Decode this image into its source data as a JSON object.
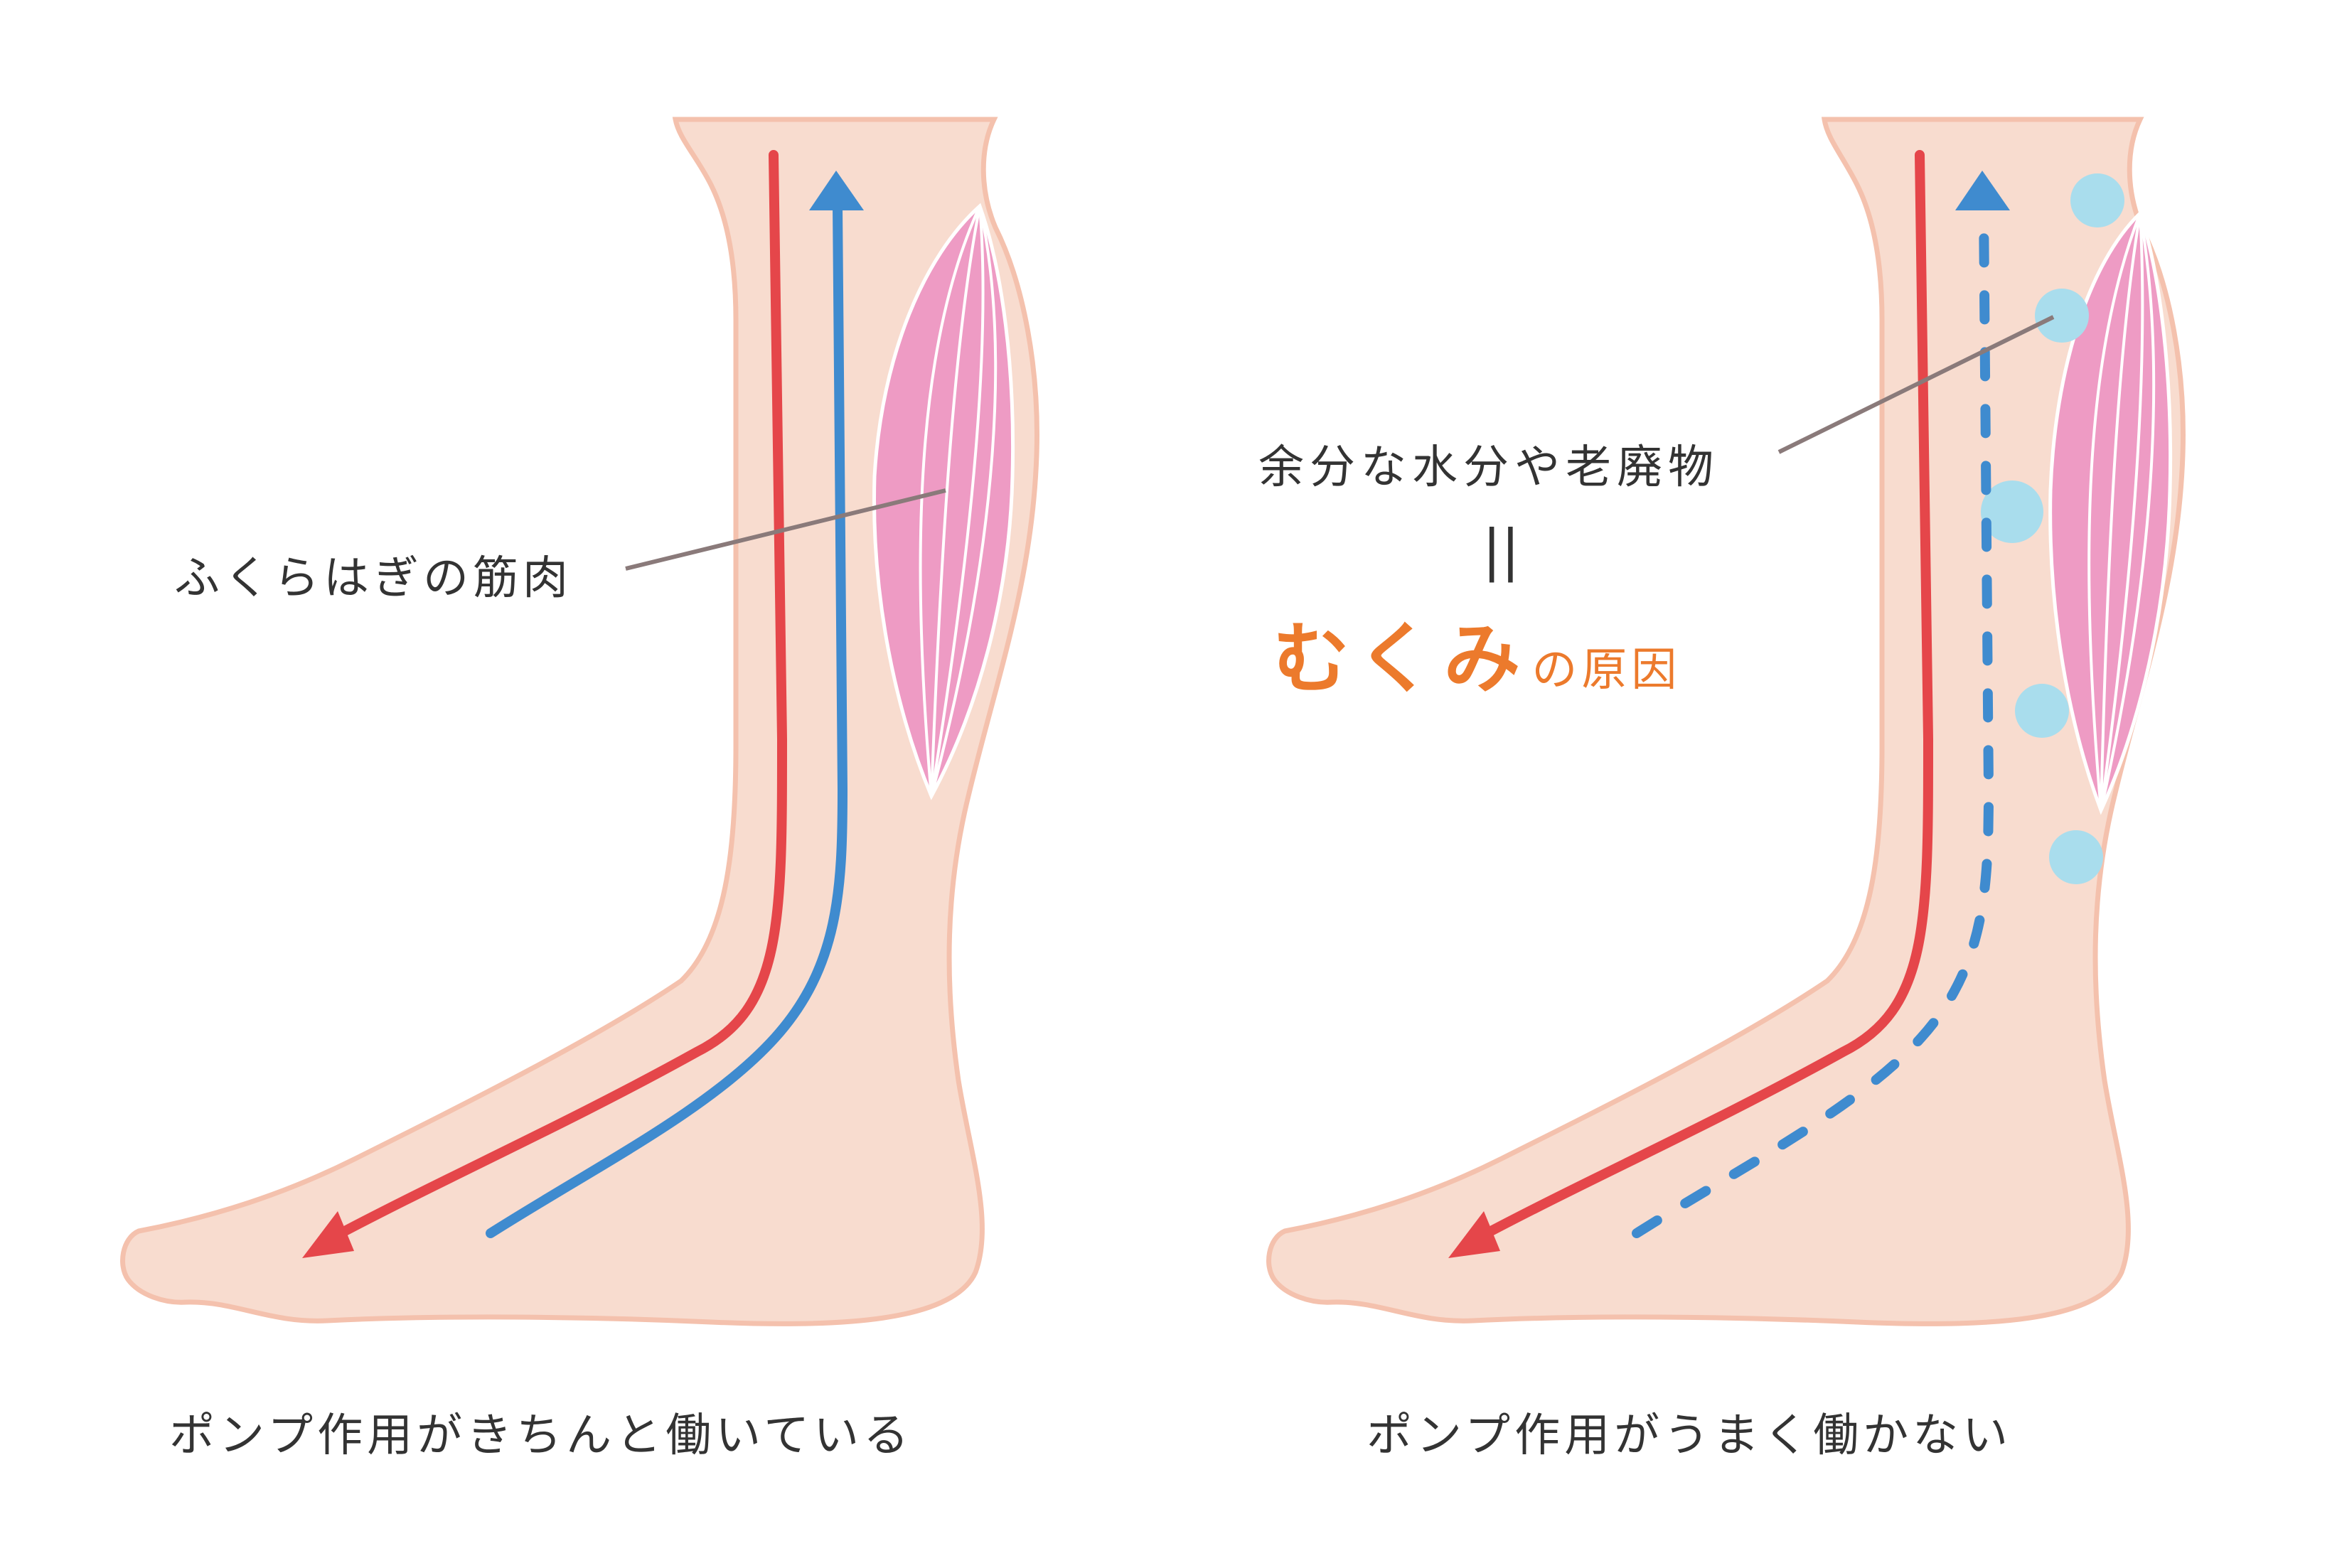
{
  "labels": {
    "calf_muscle": "ふくらはぎの筋肉",
    "excess_water": "余分な水分や老廃物",
    "equals": "||",
    "cause_highlight": "むくみ",
    "cause_suffix": "の原因"
  },
  "captions": {
    "left": "ポンプ作用がきちんと働いている",
    "right": "ポンプ作用がうまく働かない"
  },
  "colors": {
    "skin_fill": "#f8dccf",
    "skin_outline": "#f4c1ad",
    "artery_red": "#e5464a",
    "vein_blue": "#3f8bcf",
    "muscle_pink": "#ee9bc4",
    "fluid_dot": "#a9dded",
    "leader_line": "#8a7a7a",
    "accent_orange": "#ec7a2c"
  },
  "icons": {
    "left_leg": "leg-with-working-pump-icon",
    "right_leg": "leg-with-failing-pump-icon"
  }
}
